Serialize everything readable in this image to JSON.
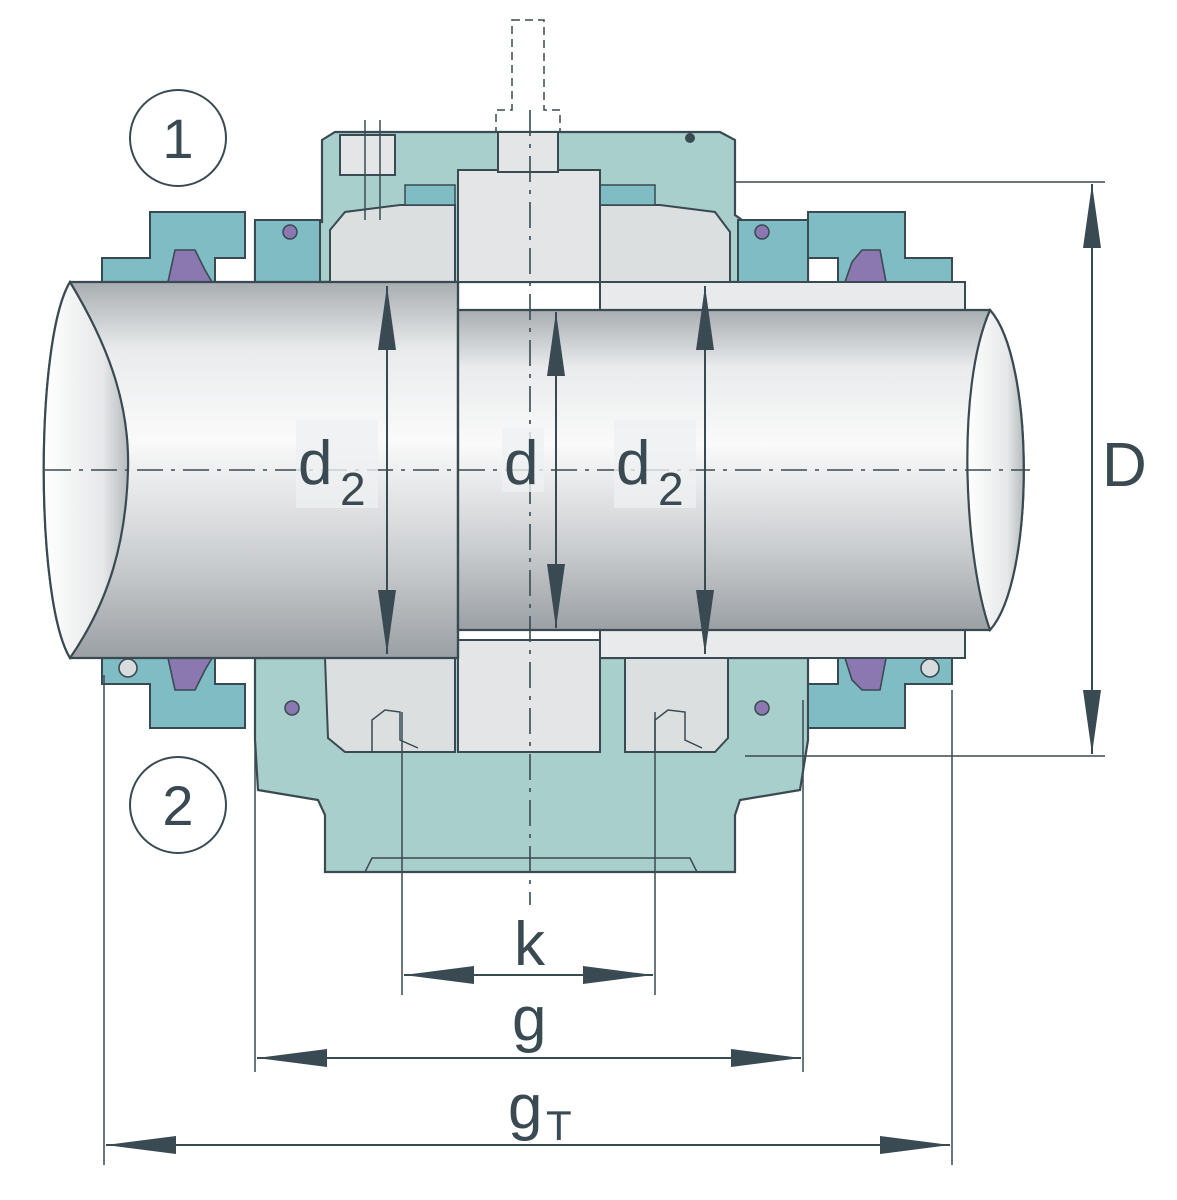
{
  "callouts": {
    "one": "1",
    "two": "2"
  },
  "dimensions": {
    "d2_left_main": "d",
    "d2_left_sub": "2",
    "d_main": "d",
    "d2_right_main": "d",
    "d2_right_sub": "2",
    "D": "D",
    "k": "k",
    "g": "g",
    "gT_main": "g",
    "gT_sub": "T"
  },
  "colors": {
    "housing": "#a9cfcc",
    "seal": "#7fbcc3",
    "seal_lip": "#8c78b0",
    "shaft_dark": "#9a9fa3",
    "shaft_light": "#f2f3f4",
    "sleeve": "#e3e5e6",
    "line": "#3a4a52"
  }
}
